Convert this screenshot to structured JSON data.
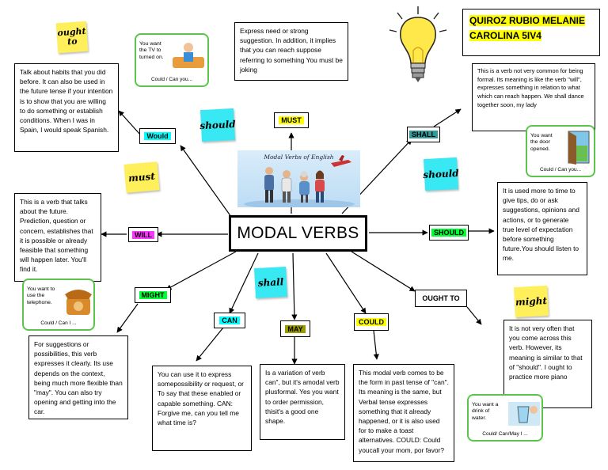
{
  "title": "MODAL VERBS",
  "author": "QUIROZ RUBIO MELANIE CAROLINA 5IV4",
  "banner_title": "Modal Verbs of English",
  "verbs": {
    "must": {
      "label": "MUST",
      "text": "Express need or strong suggestion. In addition, it implies that you can reach suppose referring to something You must be joking"
    },
    "shall": {
      "label": "SHALL",
      "text": "This is a verb not very common for being formal. Its meaning is like the verb \"will\", expresses something in relation to what which can reach happen. We shall dance together soon, my lady"
    },
    "should": {
      "label": "SHOULD",
      "text": "It is used more to time to give tips, do or ask suggestions, opinions and actions, or to generate true level of expectation before something future.You should listen to me."
    },
    "ought_to": {
      "label": "OUGHT TO",
      "text": "It is not very often that you come across this verb. However, its meaning is similar to that of \"should\". I ought to practice more piano"
    },
    "could": {
      "label": "COULD",
      "text": "This modal verb comes to be the form in past tense of \"can\". Its meaning is the same, but Verbal tense expresses something that it already happened, or it is also used for to make a toast alternatives. COULD: Could youcall your mom, por favor?"
    },
    "may": {
      "label": "MAY",
      "text": "Is a variation of verb can\", but it's amodal verb plusformal. Yes you want to order permission, thisit's a good one shape."
    },
    "can": {
      "label": "CAN",
      "text": "You can use it to express somepossibility or request, or To say that these enabled or capable something. CAN: Forgive me, can you tell me what time is?"
    },
    "might": {
      "label": "MIGHT",
      "text": "For suggestions or possibilities, this verb expresses it clearly. Its use depends on the context, being much more flexible than \"may\". You can also try opening and getting into the car."
    },
    "will": {
      "label": "WILL",
      "text": "This is a verb that talks about the future. Prediction, question or concern, establishes that it is possible or already feasible that something will happen later. You'll find it."
    },
    "would": {
      "label": "Would",
      "text": "Talk about habits that you did before. It can also be used in the future tense if your intention is to show that you are willing to do something or establish conditions. When I was in Spain, I would speak Spanish."
    }
  },
  "stickies": {
    "ought_to": "ought to",
    "should_1": "should",
    "must": "must",
    "should_2": "should",
    "shall": "shall",
    "might": "might"
  },
  "cards": {
    "tv": {
      "text": "You want the TV to turned on.",
      "foot": "Could / Can you..."
    },
    "door": {
      "text": "You want the door opened.",
      "foot": "Could / Can you..."
    },
    "phone": {
      "text": "You want to use the telephone.",
      "foot": "Could / Can I ..."
    },
    "water": {
      "text": "You want a drink of water.",
      "foot": "Could/ Can/May I ..."
    }
  },
  "colors": {
    "yellow_highlight": "#ffff00",
    "cyan_highlight": "#00ffff",
    "green_highlight": "#00ff33",
    "magenta_highlight": "#ff33ff",
    "olive_highlight": "#999900",
    "teal_highlight": "#339999",
    "card_border": "#5cc44d"
  }
}
